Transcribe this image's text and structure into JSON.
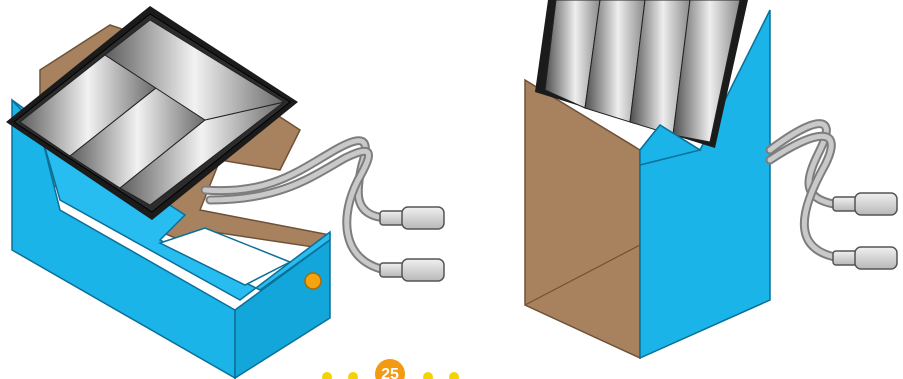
{
  "page": {
    "number": "25"
  },
  "figures": [
    {
      "id": "solar-box-flat",
      "icon": "solar-panel-on-open-box"
    },
    {
      "id": "solar-box-tilted",
      "icon": "solar-panel-in-upright-box"
    }
  ],
  "colors": {
    "box_blue": "#1ab4e8",
    "box_blue_dark": "#0e9cd0",
    "cardboard": "#a8825f",
    "cardboard_dark": "#8a6a4c",
    "panel_frame": "#1b1b1b",
    "cable": "#9a9a9a",
    "connector": "#cfcfcf",
    "led": "#f3a40f",
    "page_dots": "#f4d400",
    "page_badge": "#f19a12"
  }
}
